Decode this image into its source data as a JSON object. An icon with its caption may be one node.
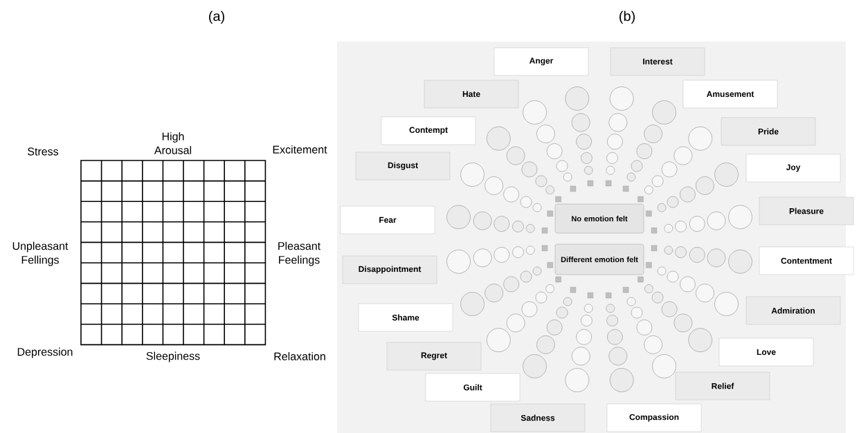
{
  "diagram": {
    "nodes": [
      {
        "text": [
          "Anger"
        ]
      },
      {
        "text": [
          "Interest"
        ]
      },
      {
        "text": [
          "Hate"
        ]
      },
      {
        "text": [
          "Amusement"
        ]
      },
      {
        "text": [
          "Contempt"
        ]
      },
      {
        "text": [
          "Pride"
        ]
      },
      {
        "text": [
          "Disgust"
        ]
      },
      {
        "text": [
          "Joy"
        ]
      },
      {
        "text": [
          "Fear"
        ]
      },
      {
        "text": [
          "Pleasure"
        ]
      },
      {
        "text": [
          "No emotion felt"
        ]
      },
      {
        "text": [
          "Disappointment"
        ]
      },
      {
        "text": [
          "Different emotion felt"
        ]
      },
      {
        "text": [
          "Contentment"
        ]
      },
      {
        "text": [
          "Shame"
        ]
      },
      {
        "text": [
          "Admiration"
        ]
      },
      {
        "text": [
          "Regret"
        ]
      },
      {
        "text": [
          "Love"
        ]
      },
      {
        "text": [
          "Guilt"
        ]
      },
      {
        "text": [
          "Relief"
        ]
      },
      {
        "text": [
          "Sadness"
        ]
      },
      {
        "text": [
          "Compassion"
        ]
      }
    ],
    "labels": [
      "(a)",
      "(b)",
      "Stress",
      "High Arousal",
      "Excitement",
      "Unpleasant Fellings",
      "Pleasant Feelings",
      "Depression",
      "Sleepiness",
      "Relaxation"
    ]
  }
}
